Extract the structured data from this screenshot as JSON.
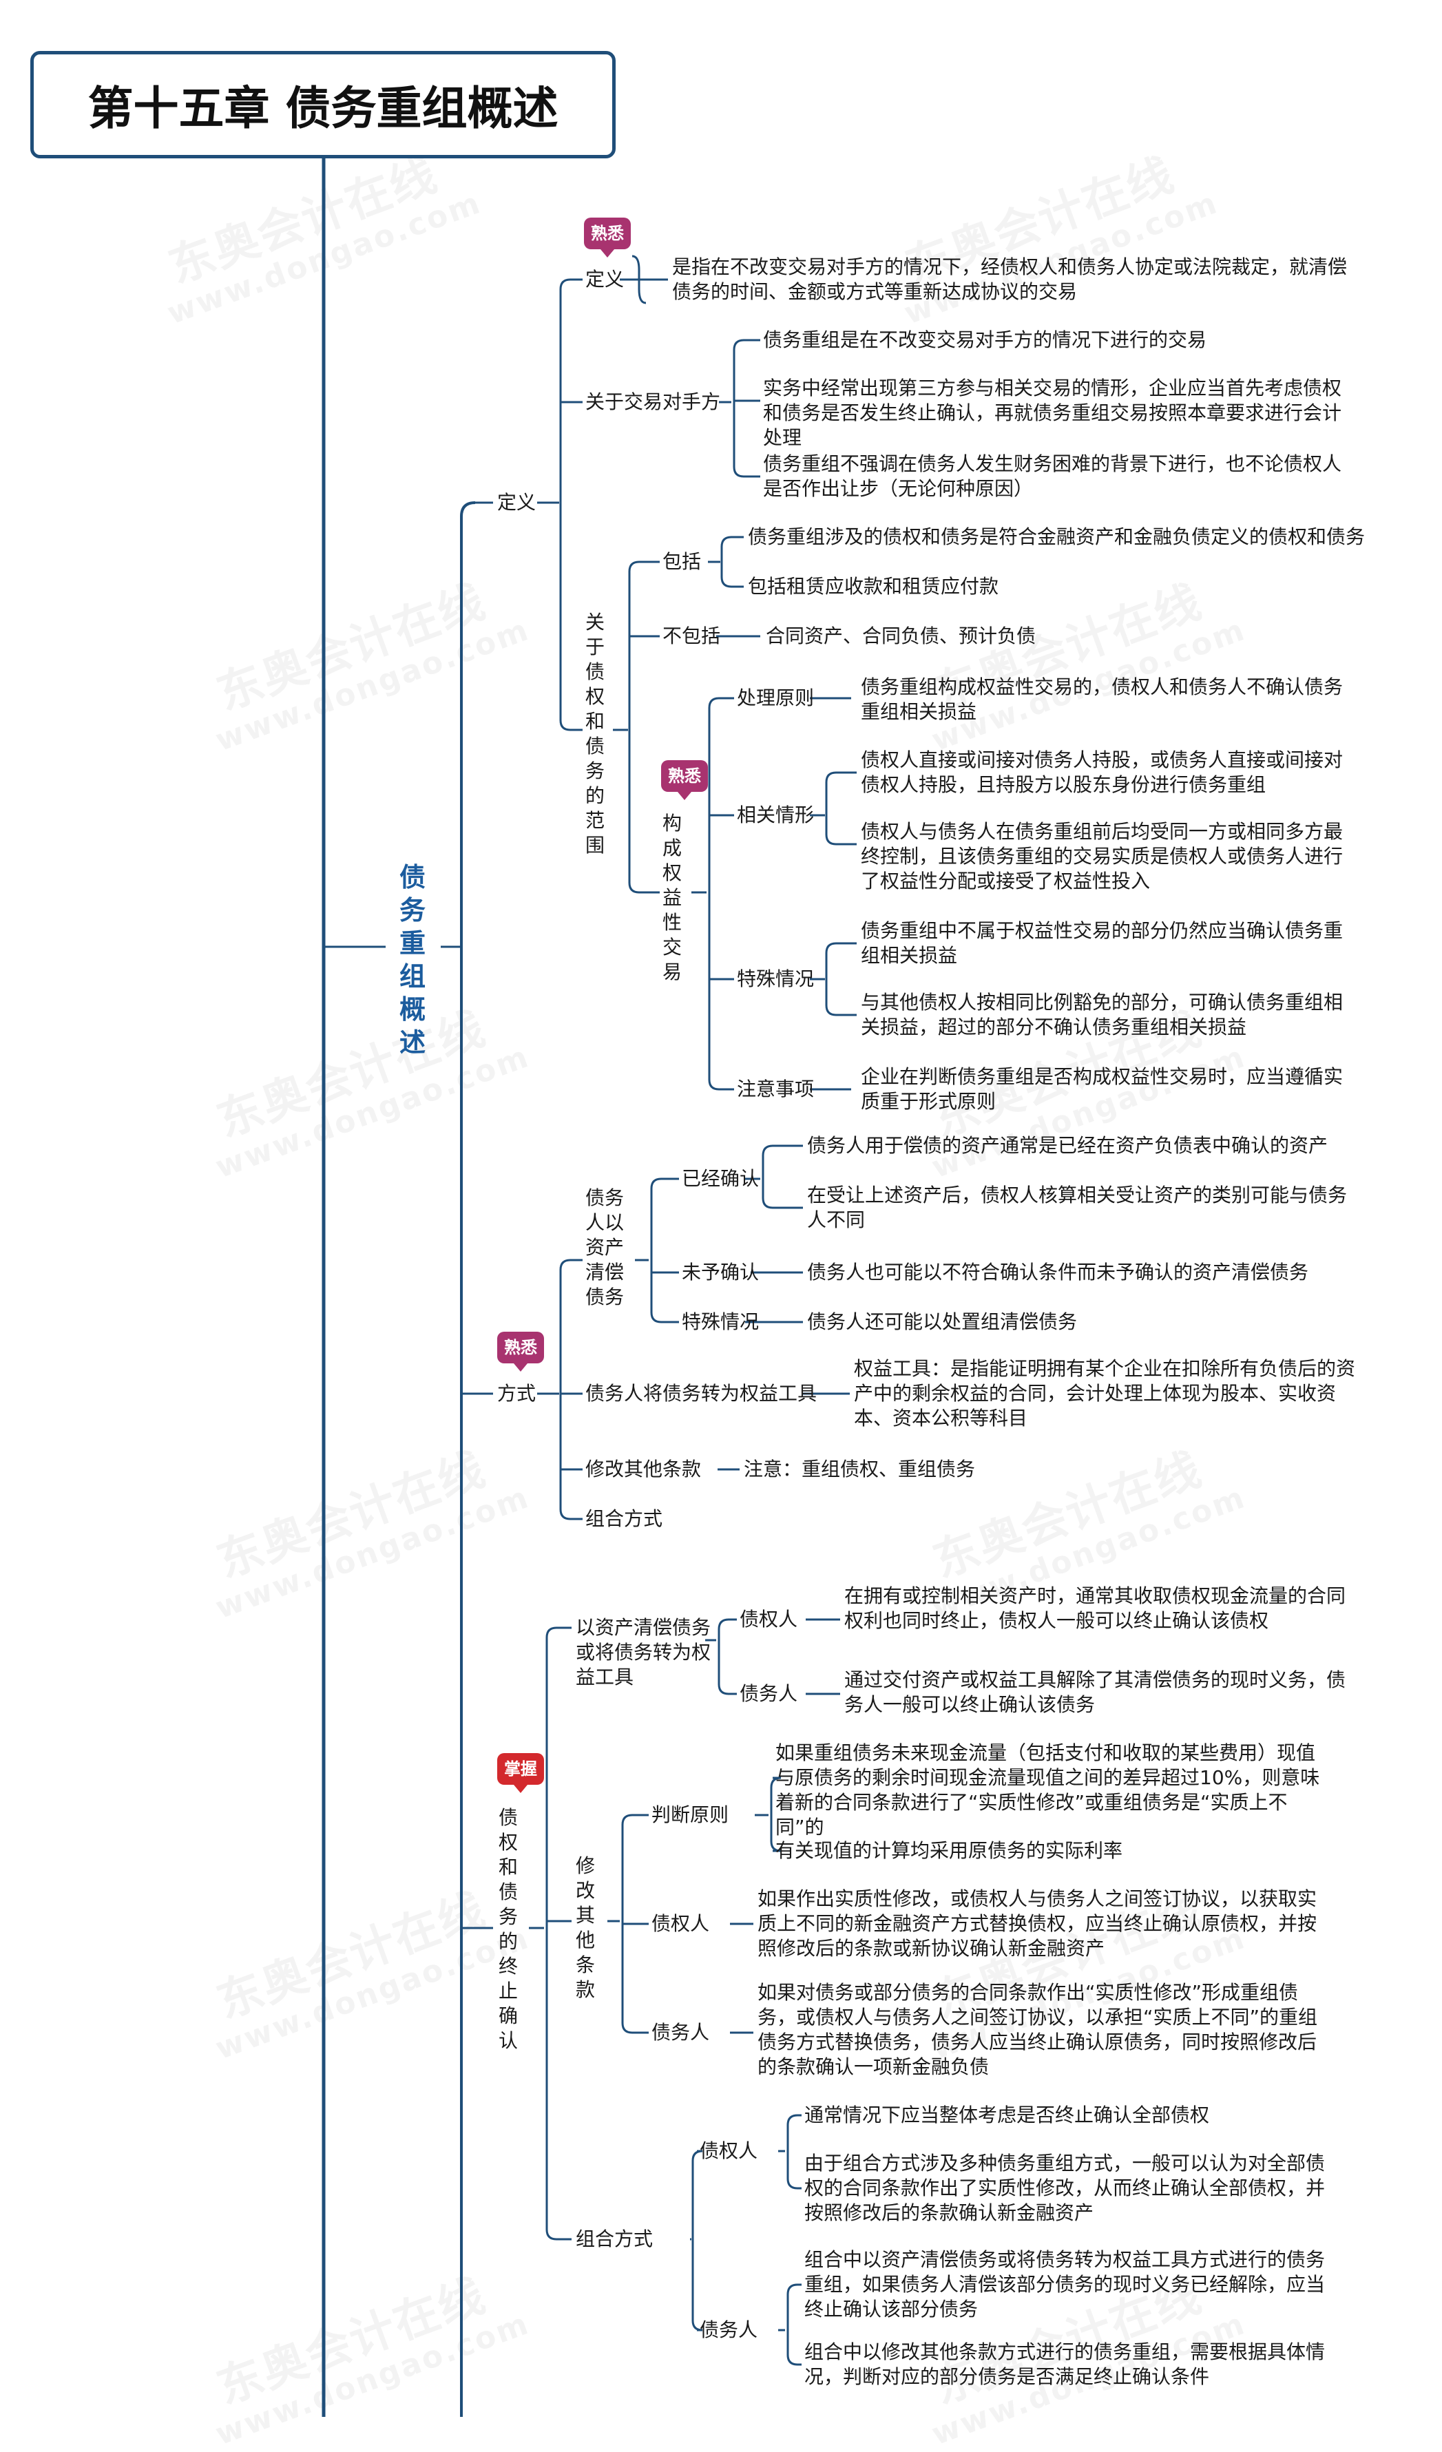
{
  "title": "第十五章 债务重组概述",
  "root": "债务重组概述",
  "badges": {
    "familiar": "熟悉",
    "master": "掌握"
  },
  "colors": {
    "line": "#1f4e79",
    "familiar_badge": "#a8336f",
    "master_badge": "#d3292d",
    "root_text": "#1b5c9e"
  },
  "watermark": {
    "brand": "东奥会计在线",
    "url": "www.dongao.com"
  },
  "definition": {
    "label": "定义",
    "def": {
      "label": "定义",
      "text": "是指在不改变交易对手方的情况下，经债权人和债务人协定或法院裁定，就清偿债务的时间、金额或方式等重新达成协议的交易"
    },
    "counterparty": {
      "label": "关于交易对手方",
      "items": [
        "债务重组是在不改变交易对手方的情况下进行的交易",
        "实务中经常出现第三方参与相关交易的情形，企业应当首先考虑债权和债务是否发生终止确认，再就债务重组交易按照本章要求进行会计处理",
        "债务重组不强调在债务人发生财务困难的背景下进行，也不论债权人是否作出让步（无论何种原因）"
      ]
    },
    "scope": {
      "label": "关于债权和债务的范围",
      "include": {
        "label": "包括",
        "items": [
          "债务重组涉及的债权和债务是符合金融资产和金融负债定义的债权和债务",
          "包括租赁应收款和租赁应付款"
        ]
      },
      "exclude": {
        "label": "不包括",
        "text": "合同资产、合同负债、预计负债"
      },
      "equity": {
        "label": "构成权益性交易",
        "principle": {
          "label": "处理原则",
          "text": "债务重组构成权益性交易的，债权人和债务人不确认债务重组相关损益"
        },
        "related": {
          "label": "相关情形",
          "items": [
            "债权人直接或间接对债务人持股，或债务人直接或间接对债权人持股，且持股方以股东身份进行债务重组",
            "债权人与债务人在债务重组前后均受同一方或相同多方最终控制，且该债务重组的交易实质是债权人或债务人进行了权益性分配或接受了权益性投入"
          ]
        },
        "special": {
          "label": "特殊情况",
          "items": [
            "债务重组中不属于权益性交易的部分仍然应当确认债务重组相关损益",
            "与其他债权人按相同比例豁免的部分，可确认债务重组相关损益，超过的部分不确认债务重组相关损益"
          ]
        },
        "notes": {
          "label": "注意事项",
          "text": "企业在判断债务重组是否构成权益性交易时，应当遵循实质重于形式原则"
        }
      }
    }
  },
  "methods": {
    "label": "方式",
    "asset": {
      "label": "债务人以资产清偿债务",
      "recognized": {
        "label": "已经确认",
        "items": [
          "债务人用于偿债的资产通常是已经在资产负债表中确认的资产",
          "在受让上述资产后，债权人核算相关受让资产的类别可能与债务人不同"
        ]
      },
      "unrecognized": {
        "label": "未予确认",
        "text": "债务人也可能以不符合确认条件而未予确认的资产清偿债务"
      },
      "special": {
        "label": "特殊情况",
        "text": "债务人还可能以处置组清偿债务"
      }
    },
    "equity": {
      "label": "债务人将债务转为权益工具",
      "text": "权益工具：是指能证明拥有某个企业在扣除所有负债后的资产中的剩余权益的合同，会计处理上体现为股本、实收资本、资本公积等科目"
    },
    "modify": {
      "label": "修改其他条款",
      "text": "注意：重组债权、重组债务"
    },
    "combo": {
      "label": "组合方式"
    }
  },
  "derecognition": {
    "label": "债权和债务的终止确认",
    "asset_equity": {
      "label": "以资产清偿债务或将债务转为权益工具",
      "creditor": {
        "label": "债权人",
        "text": "在拥有或控制相关资产时，通常其收取债权现金流量的合同权利也同时终止，债权人一般可以终止确认该债权"
      },
      "debtor": {
        "label": "债务人",
        "text": "通过交付资产或权益工具解除了其清偿债务的现时义务，债务人一般可以终止确认该债务"
      }
    },
    "modify": {
      "label": "修改其他条款",
      "judge": {
        "label": "判断原则",
        "items": [
          "如果重组债务未来现金流量（包括支付和收取的某些费用）现值与原债务的剩余时间现金流量现值之间的差异超过10%，则意味着新的合同条款进行了“实质性修改”或重组债务是“实质上不同”的",
          "有关现值的计算均采用原债务的实际利率"
        ]
      },
      "creditor": {
        "label": "债权人",
        "text": "如果作出实质性修改，或债权人与债务人之间签订协议，以获取实质上不同的新金融资产方式替换债权，应当终止确认原债权，并按照修改后的条款或新协议确认新金融资产"
      },
      "debtor": {
        "label": "债务人",
        "text": "如果对债务或部分债务的合同条款作出“实质性修改”形成重组债务，或债权人与债务人之间签订协议，以承担“实质上不同”的重组债务方式替换债务，债务人应当终止确认原债务，同时按照修改后的条款确认一项新金融负债"
      }
    },
    "combo": {
      "label": "组合方式",
      "creditor": {
        "label": "债权人",
        "items": [
          "通常情况下应当整体考虑是否终止确认全部债权",
          "由于组合方式涉及多种债务重组方式，一般可以认为对全部债权的合同条款作出了实质性修改，从而终止确认全部债权，并按照修改后的条款确认新金融资产"
        ]
      },
      "debtor": {
        "label": "债务人",
        "items": [
          "组合中以资产清偿债务或将债务转为权益工具方式进行的债务重组，如果债务人清偿该部分债务的现时义务已经解除，应当终止确认该部分债务",
          "组合中以修改其他条款方式进行的债务重组，需要根据具体情况，判断对应的部分债务是否满足终止确认条件"
        ]
      }
    }
  }
}
